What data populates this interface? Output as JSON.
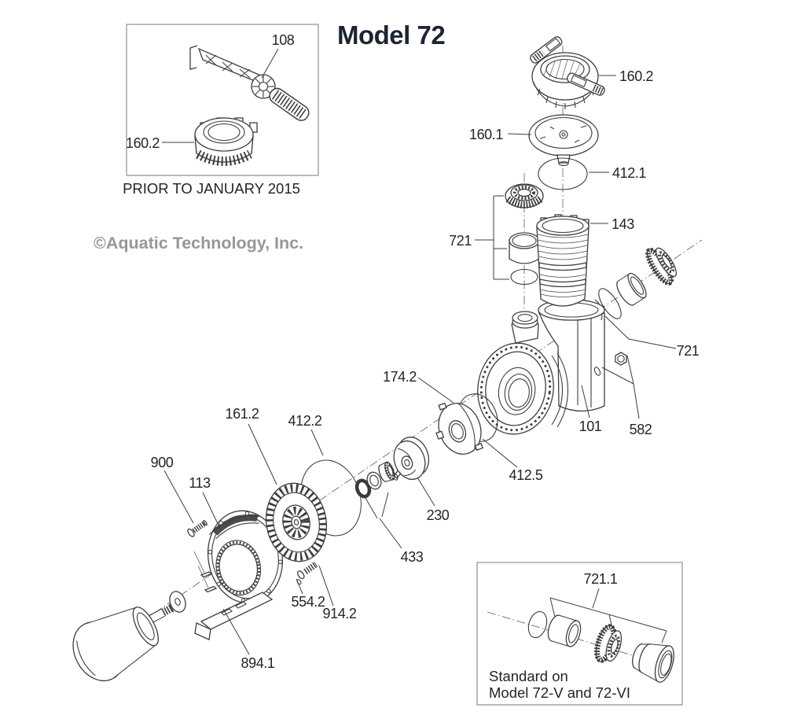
{
  "page": {
    "title": "Model 72",
    "watermark": "©Aquatic Technology, Inc."
  },
  "inset_prior_2015": {
    "caption": "PRIOR TO JANUARY 2015",
    "wrench_label": "108",
    "lock_ring_label": "160.2"
  },
  "inset_standard": {
    "union_label": "721.1",
    "caption_line1": "Standard on",
    "caption_line2": "Model 72-V and 72-VI"
  },
  "callouts": {
    "lid_clamp_ring": "160.2",
    "lid": "160.1",
    "lid_oring": "412.1",
    "union_left": "721",
    "strainer_basket": "143",
    "union_right": "721",
    "diffuser": "174.2",
    "pump_body": "101",
    "drain_plug": "582",
    "diffuser_gasket": "412.5",
    "impeller": "230",
    "shaft_seal": "433",
    "body_oring": "412.2",
    "motor_fan_plate": "161.2",
    "motor_bolt": "900",
    "seal_plate": "113",
    "screw_a": "554.2",
    "screw_b": "914.2",
    "motor_base": "894.1"
  }
}
